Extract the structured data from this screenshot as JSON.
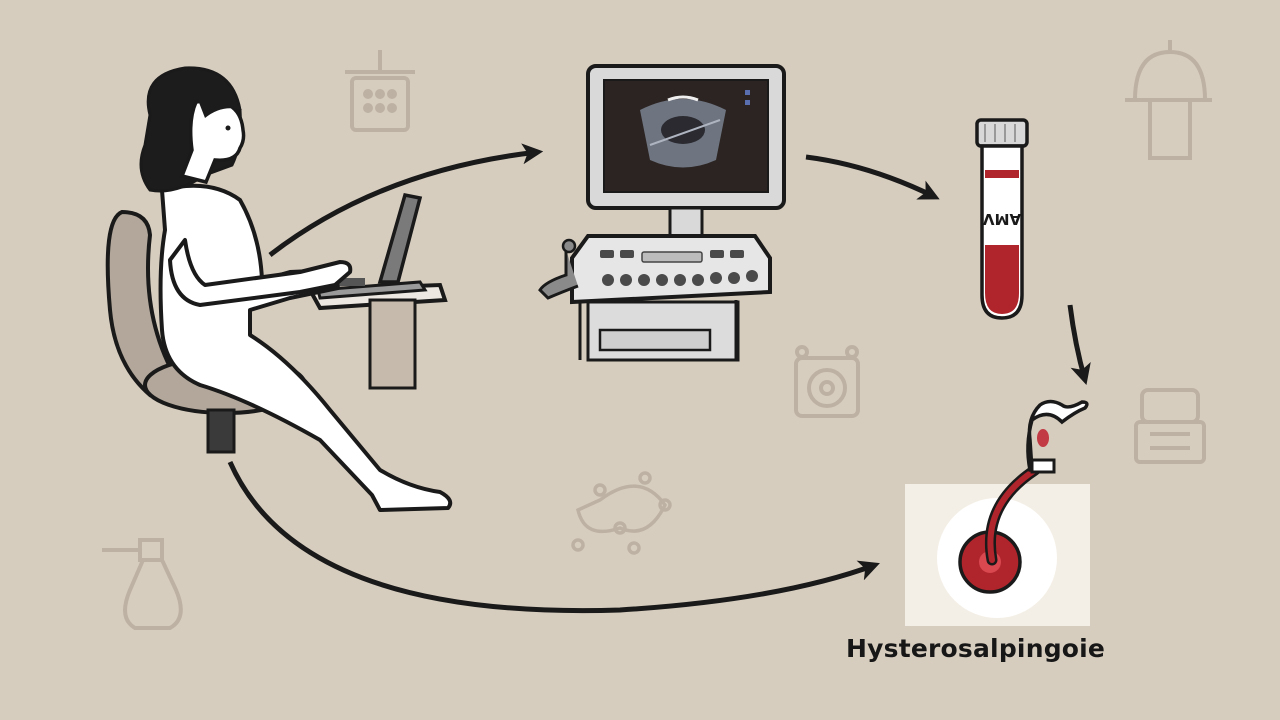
{
  "tube": {
    "label": "AMV"
  },
  "result": {
    "label": "Hysterosalpingoie"
  },
  "palette": {
    "background": "#d7cdbf",
    "line": "#1a1a1a",
    "figure": "#ffffff",
    "hair": "#1c1c1c",
    "chair": "#b2a79a",
    "machine": "#d9d9d9",
    "screen": "#2b2422",
    "blood": "#b0252c",
    "faint_icon": "#bdb1a3"
  },
  "icons": [
    "lab-rack-icon",
    "helmet-icon",
    "camera-icon",
    "monitor-stack-icon",
    "network-icon",
    "flask-icon",
    "woman-figure",
    "laptop-icon",
    "ultrasound-machine",
    "blood-tube-icon",
    "fallopian-tube-icon"
  ]
}
